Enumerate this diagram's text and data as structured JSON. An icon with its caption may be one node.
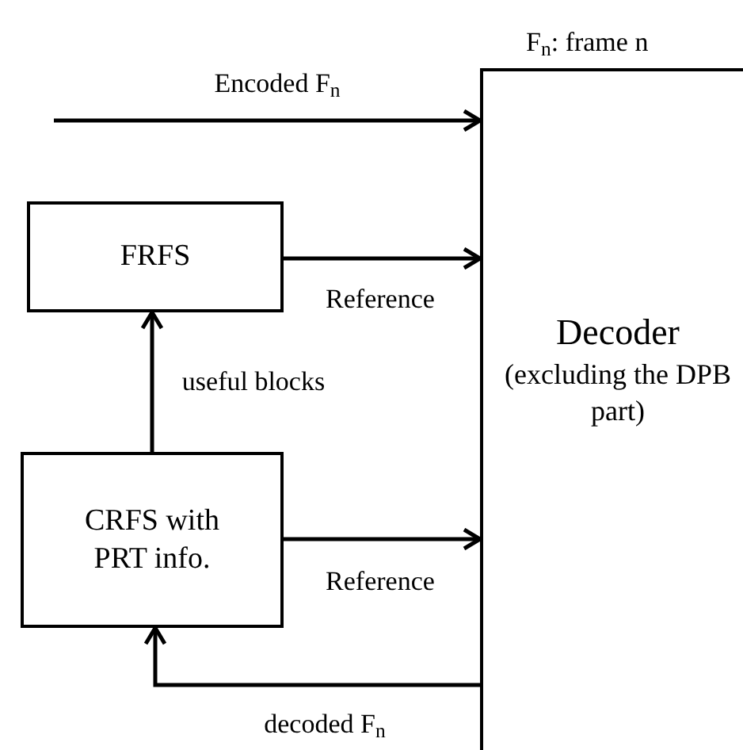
{
  "diagram": {
    "nodes": [
      {
        "text": [
          "FRFS"
        ]
      },
      {
        "text": [
          "CRFS with PRT info."
        ]
      },
      {
        "text": [
          "Decoder",
          "(excluding the DPB part)"
        ],
        "beside": [
          "F$_{n}$: frame n"
        ]
      }
    ],
    "edges": [
      {
        "from": null,
        "to": 2,
        "arrow": "to",
        "label": "Encoded F$_{n}$"
      },
      {
        "from": 0,
        "to": 2,
        "arrow": "to",
        "label": "Reference"
      },
      {
        "from": 1,
        "to": 0,
        "arrow": "to",
        "label": "useful blocks"
      },
      {
        "from": 1,
        "to": 2,
        "arrow": "to",
        "label": "Reference"
      },
      {
        "from": 2,
        "to": 1,
        "arrow": "to",
        "label": "decoded F$_{n}$"
      }
    ]
  }
}
